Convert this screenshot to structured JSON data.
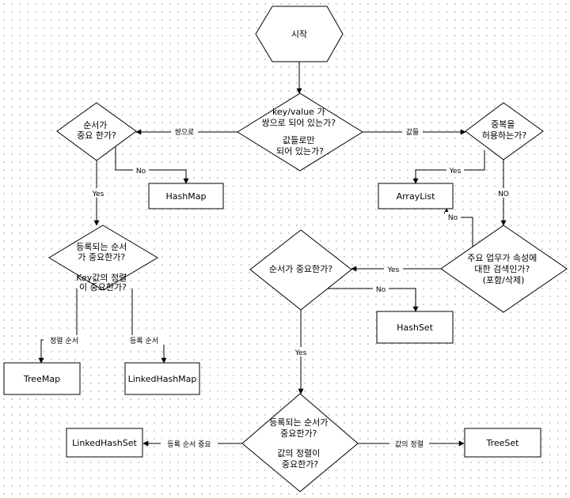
{
  "nodes": {
    "start": "시작",
    "q_pair": [
      "key/value 가",
      "쌍으로 되어 있는가?",
      "",
      "값들로만",
      "되어 있는가?"
    ],
    "q_order_map": [
      "순서가",
      "중요 한가?"
    ],
    "q_dup": [
      "중복을",
      "허용하는가?"
    ],
    "hashmap": "HashMap",
    "arraylist": "ArrayList",
    "q_map_order_kind": [
      "등록되는 순서",
      "가 중요한가?",
      "",
      "Key값의 정렬",
      "이 중요한가?"
    ],
    "q_search": [
      "주요 업무가 속성에",
      "대한 검색인가?",
      "(포함/삭제)"
    ],
    "q_order_set": [
      "순서가 중요한가?"
    ],
    "hashset": "HashSet",
    "treemap": "TreeMap",
    "linkedhashmap": "LinkedHashMap",
    "q_set_order_kind": [
      "등록되는 순서가",
      "중요한가?",
      "",
      "값의 정렬이",
      "중요한가?"
    ],
    "linkedhashset": "LinkedHashSet",
    "treeset": "TreeSet"
  },
  "edges": {
    "pair": "쌍으로",
    "values_only": "값들",
    "map_no": "No",
    "map_yes": "Yes",
    "dup_yes": "Yes",
    "dup_no": "NO",
    "search_no": "No",
    "search_yes": "Yes",
    "set_no": "No",
    "set_yes": "Yes",
    "sort_order": "정렬 순서",
    "reg_order": "등록 순서",
    "reg_order_important": "등록 순서 중요",
    "value_sort": "값의 정렬"
  }
}
